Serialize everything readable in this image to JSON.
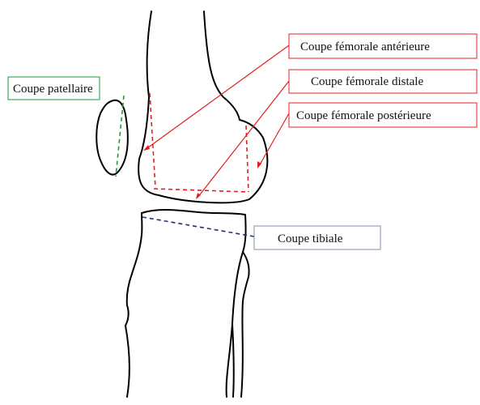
{
  "labels": {
    "patella": "Coupe patellaire",
    "femoral_anterior": "Coupe fémorale antérieure",
    "femoral_distal": "Coupe fémorale distale",
    "femoral_posterior": "Coupe fémorale postérieure",
    "tibial": "Coupe tibiale"
  },
  "colors": {
    "bone_outline": "#000000",
    "patella_cut": "#1a9a3a",
    "patella_box": "#1a9a3a",
    "femoral_cut": "#e02020",
    "femoral_box": "#e02020",
    "tibial_cut": "#1f2f7a",
    "tibial_box": "#8090b0"
  }
}
